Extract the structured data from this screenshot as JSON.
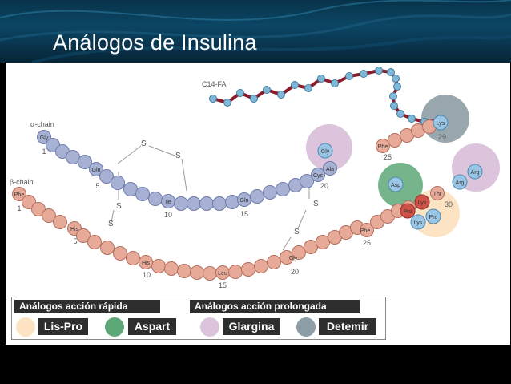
{
  "slide": {
    "title": "Análogos de Insulina"
  },
  "diagram": {
    "fatty_acid_label": "C14-FA",
    "alpha_chain_label": "α-chain",
    "beta_chain_label": "β-chain",
    "disulfide_label": "S",
    "alpha_residues": [
      {
        "code": "Gly",
        "num": "1"
      },
      {
        "code": "Gln",
        "num": "5"
      },
      {
        "code": "Ile",
        "num": "10"
      },
      {
        "code": "Gln",
        "num": "15"
      },
      {
        "code": "Cys",
        "num": "20"
      },
      {
        "code": "Ala",
        "num": ""
      },
      {
        "code": "Gly",
        "num": ""
      }
    ],
    "beta_residues": [
      {
        "code": "Phe",
        "num": "1"
      },
      {
        "code": "His",
        "num": "5"
      },
      {
        "code": "His",
        "num": "10"
      },
      {
        "code": "Leu",
        "num": "15"
      },
      {
        "code": "Gly",
        "num": "20"
      },
      {
        "code": "Phe",
        "num": "25"
      },
      {
        "code": "Phe",
        "num": "25"
      },
      {
        "code": "Lys",
        "num": "29"
      },
      {
        "code": "Asp",
        "num": ""
      },
      {
        "code": "Pro",
        "num": ""
      },
      {
        "code": "Lys",
        "num": ""
      },
      {
        "code": "Lys",
        "num": ""
      },
      {
        "code": "Pro",
        "num": ""
      },
      {
        "code": "Thr",
        "num": "30"
      },
      {
        "code": "Arg",
        "num": ""
      },
      {
        "code": "Arg",
        "num": ""
      }
    ]
  },
  "legend": {
    "rapid_title": "Análogos acción rápida",
    "prolonged_title": "Análogos acción prolongada",
    "items": [
      {
        "label": "Lis-Pro",
        "color": "#fbe3c4"
      },
      {
        "label": "Aspart",
        "color": "#5ea878"
      },
      {
        "label": "Glargina",
        "color": "#dcc4dc"
      },
      {
        "label": "Detemir",
        "color": "#8e9ea6"
      }
    ]
  }
}
